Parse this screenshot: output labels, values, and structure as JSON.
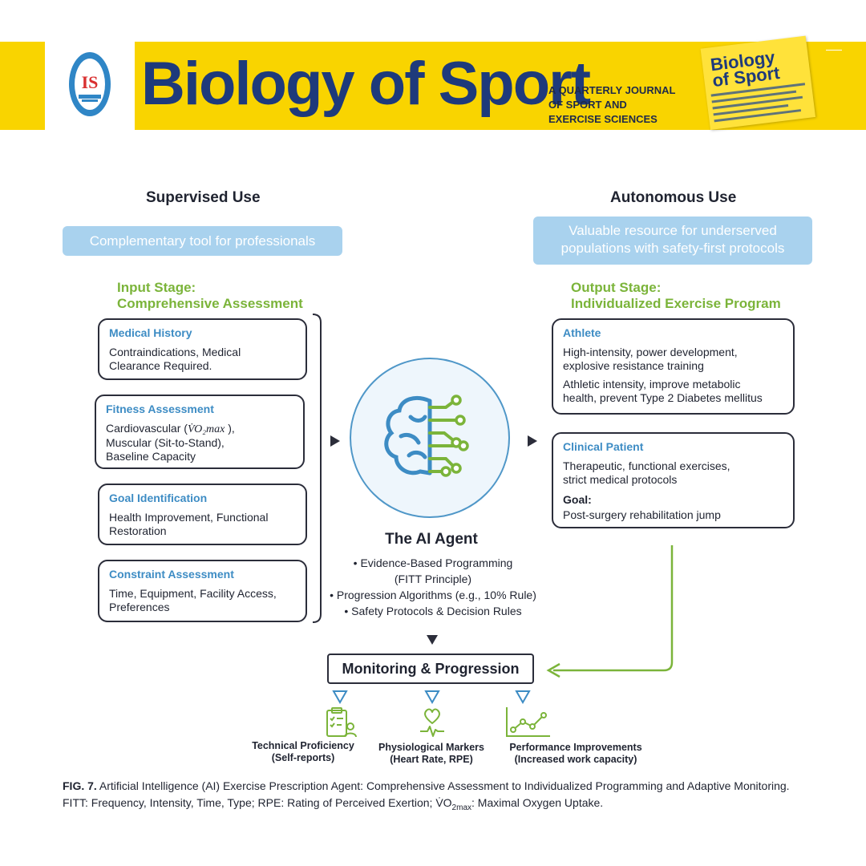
{
  "header": {
    "journal_title": "Biology of Sport",
    "subtitle_lines": [
      "A QUARTERLY JOURNAL",
      "OF SPORT AND",
      "EXERCISE SCIENCES"
    ],
    "logo_text": "IS",
    "cover_title_lines": [
      "Biology",
      "of Sport"
    ],
    "brand_color": "#f9d400",
    "title_color": "#1e3a7b"
  },
  "supervised": {
    "heading": "Supervised Use",
    "pill": "Complementary tool for professionals"
  },
  "autonomous": {
    "heading": "Autonomous Use",
    "pill_lines": [
      "Valuable resource for underserved",
      "populations with safety-first protocols"
    ]
  },
  "input_stage": {
    "title_lines": [
      "Input Stage:",
      "Comprehensive Assessment"
    ],
    "boxes": [
      {
        "title": "Medical History",
        "text": [
          "Contraindications, Medical",
          "Clearance Required."
        ]
      },
      {
        "title": "Fitness Assessment",
        "vo2_prefix": "Cardiovascular (",
        "vo2_symbol": "V̇O₂max",
        "vo2_suffix": " ),",
        "text": [
          "Muscular (Sit-to-Stand),",
          "Baseline Capacity"
        ]
      },
      {
        "title": "Goal Identification",
        "text": [
          "Health Improvement, Functional",
          "Restoration"
        ]
      },
      {
        "title": "Constraint Assessment",
        "text": [
          "Time, Equipment, Facility Access,",
          "Preferences"
        ]
      }
    ]
  },
  "output_stage": {
    "title_lines": [
      "Output Stage:",
      "Individualized Exercise Program"
    ],
    "athlete": {
      "title": "Athlete",
      "para1": [
        "High-intensity, power development,",
        "explosive resistance training"
      ],
      "para2": [
        "Athletic intensity, improve metabolic",
        "health, prevent Type 2 Diabetes mellitus"
      ]
    },
    "clinical": {
      "title": "Clinical Patient",
      "para1": [
        "Therapeutic, functional exercises,",
        "strict medical protocols"
      ],
      "goal_label": "Goal:",
      "goal_text": "Post-surgery rehabilitation jump"
    }
  },
  "agent": {
    "title": "The AI Agent",
    "items": [
      "• Evidence-Based Programming",
      "(FITT Principle)",
      "• Progression Algorithms (e.g., 10% Rule)",
      "• Safety Protocols & Decision Rules"
    ]
  },
  "monitoring": {
    "title": "Monitoring & Progression",
    "metrics": [
      {
        "icon": "clipboard-person-icon",
        "label_lines": [
          "Technical Proficiency",
          "(Self-reports)"
        ]
      },
      {
        "icon": "heart-pulse-icon",
        "label_lines": [
          "Physiological Markers",
          "(Heart Rate, RPE)"
        ]
      },
      {
        "icon": "line-chart-icon",
        "label_lines": [
          "Performance Improvements",
          "(Increased work capacity)"
        ]
      }
    ]
  },
  "caption": {
    "fig_label": "FIG. 7.",
    "title": " Artificial Intelligence (AI) Exercise Prescription Agent: Comprehensive Assessment to Individualized Programming and Adaptive Monitoring.",
    "abbrev_part1": "FITT: Frequency, Intensity, Time, Type; RPE: Rating of Perceived Exertion; ",
    "abbrev_vo2": "V̇O",
    "abbrev_sub": "2max",
    "abbrev_part2": ": Maximal Oxygen Uptake."
  },
  "colors": {
    "accent_blue": "#3d8cc4",
    "stage_green": "#7bb43a",
    "pill_blue": "#a9d2ee",
    "circle_border": "#4f97c8"
  }
}
